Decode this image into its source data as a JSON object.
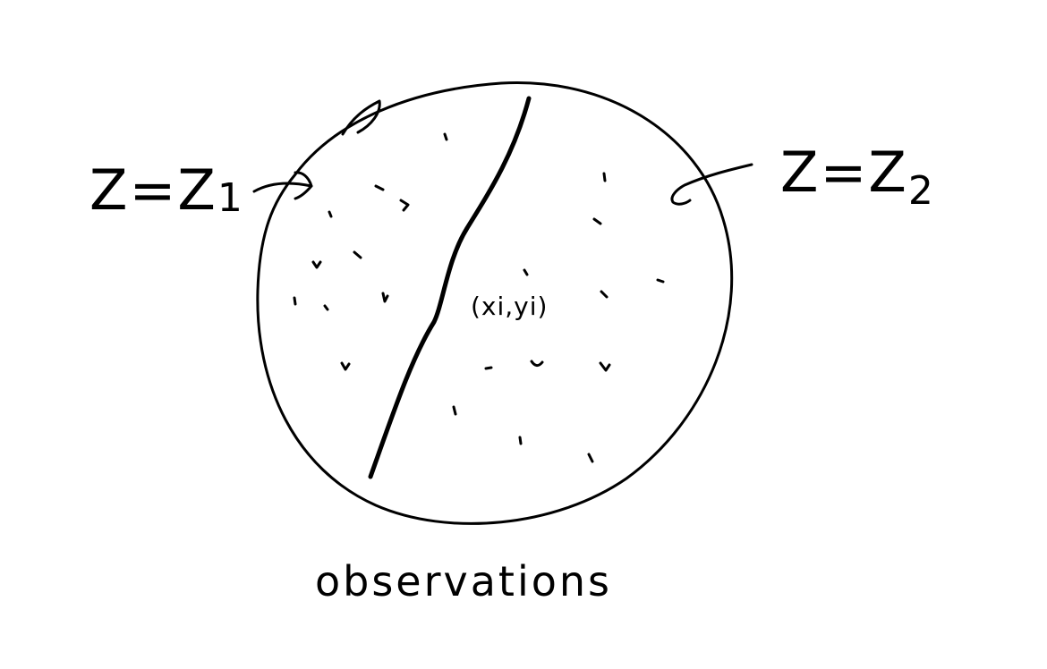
{
  "labels": {
    "left_region": {
      "main": "Z=Z",
      "sub": "1"
    },
    "right_region": {
      "main": "Z=Z",
      "sub": "2"
    },
    "point": "(xi,yi)",
    "caption": "observations"
  },
  "colors": {
    "background": "#ffffff",
    "ink": "#000000"
  }
}
